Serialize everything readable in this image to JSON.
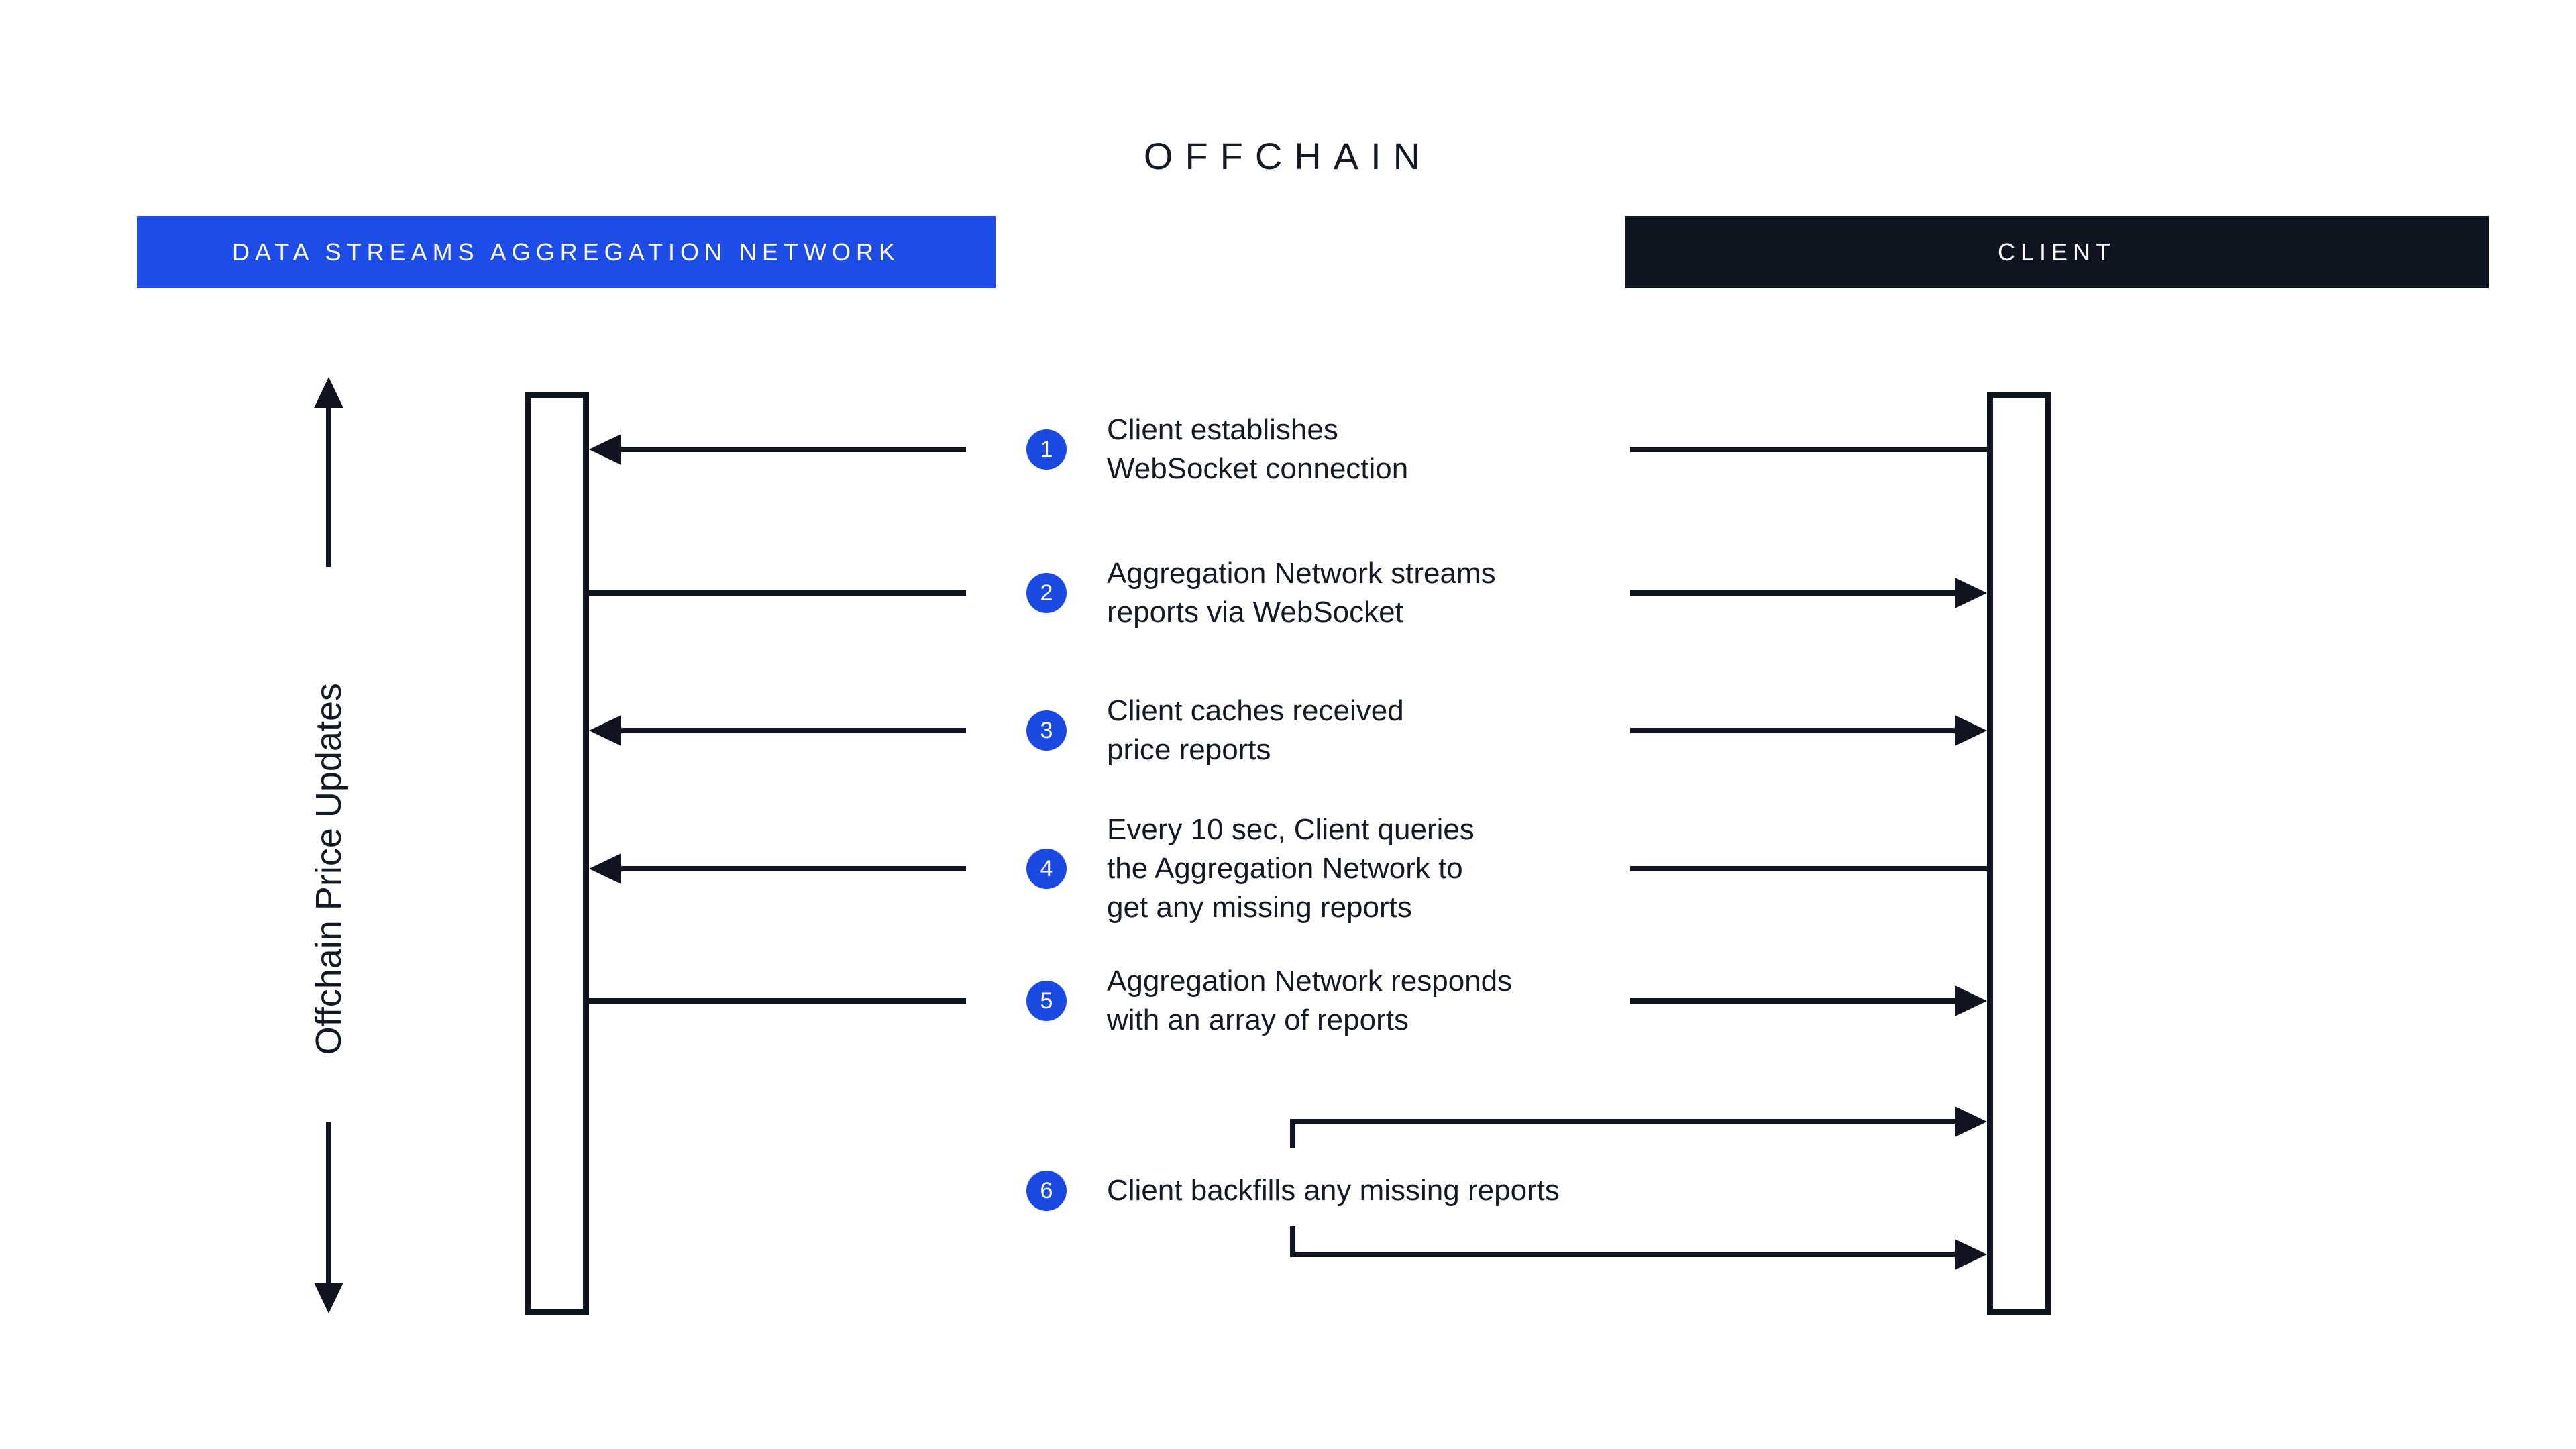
{
  "title": "OFFCHAIN",
  "lanes": {
    "left": {
      "label": "DATA STREAMS AGGREGATION NETWORK",
      "color": "#1e4ce6"
    },
    "right": {
      "label": "CLIENT",
      "color": "#0e1420"
    }
  },
  "axis": {
    "label": "Offchain Price Updates",
    "direction": "bidirectional-vertical"
  },
  "colors": {
    "brand_blue": "#1e4ce6",
    "circle_blue": "#1a4ae2",
    "ink_dark": "#0f1420",
    "text_dark": "#131a26",
    "background": "#ffffff"
  },
  "steps": [
    {
      "num": "1",
      "text": "Client establishes\nWebSocket connection",
      "left_end": "arrowhead",
      "right_end": "plain",
      "from": "Client",
      "to": "Data Streams Aggregation Network"
    },
    {
      "num": "2",
      "text": "Aggregation Network streams\nreports via WebSocket",
      "left_end": "plain",
      "right_end": "arrowhead",
      "from": "Data Streams Aggregation Network",
      "to": "Client"
    },
    {
      "num": "3",
      "text": "Client caches received\nprice reports",
      "left_end": "arrowhead",
      "right_end": "arrowhead",
      "from": "",
      "to": ""
    },
    {
      "num": "4",
      "text": "Every 10 sec, Client queries\nthe Aggregation Network to\nget any missing reports",
      "left_end": "arrowhead",
      "right_end": "plain",
      "from": "Client",
      "to": "Data Streams Aggregation Network"
    },
    {
      "num": "5",
      "text": "Aggregation Network responds\nwith an array of reports",
      "left_end": "plain",
      "right_end": "arrowhead",
      "from": "Data Streams Aggregation Network",
      "to": "Client"
    },
    {
      "num": "6",
      "text": "Client backfills any missing reports",
      "left_end": "none",
      "right_end": "arrowhead",
      "bracket": true,
      "from": "Client",
      "to": "Client"
    }
  ]
}
